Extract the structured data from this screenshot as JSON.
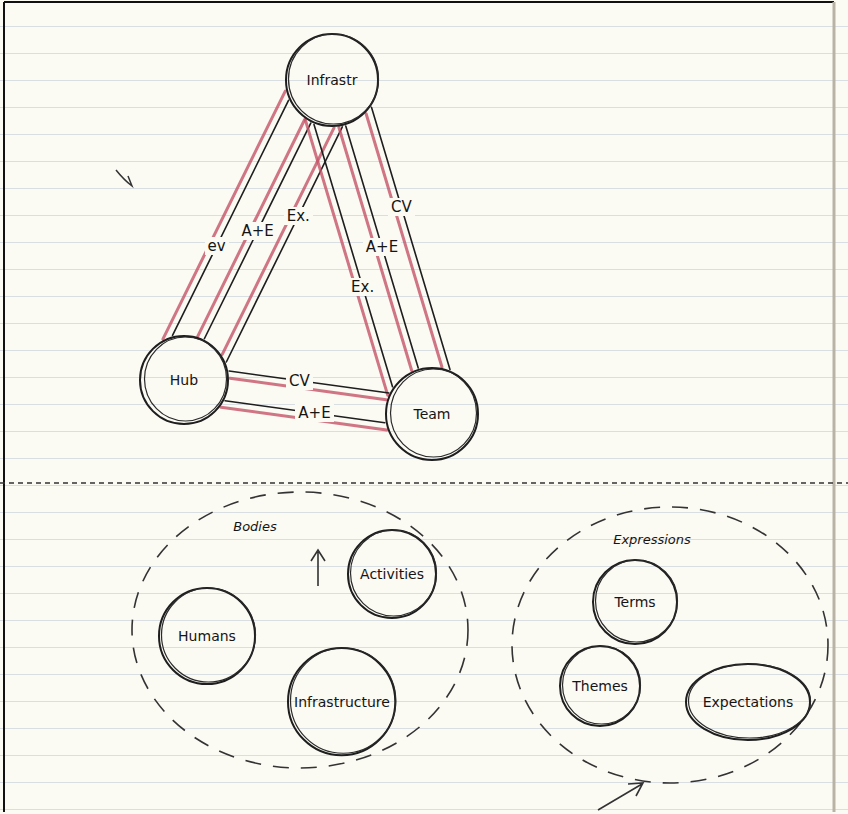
{
  "diagram": {
    "nodes": [
      {
        "text": [
          "Infrastr"
        ]
      },
      {
        "text": [
          "Hub"
        ]
      },
      {
        "text": [
          "Team"
        ]
      },
      {
        "text": [
          "Bodies"
        ]
      },
      {
        "text": [
          "Activities"
        ],
        "in": 3
      },
      {
        "text": [
          "Humans"
        ],
        "in": 3
      },
      {
        "text": [
          "Infrastructure"
        ],
        "in": 3
      },
      {
        "text": [
          "Expressions"
        ]
      },
      {
        "text": [
          "Terms"
        ],
        "in": 7
      },
      {
        "text": [
          "Themes"
        ],
        "in": 7
      },
      {
        "text": [
          "Expectations"
        ],
        "in": 7
      }
    ],
    "edges": [
      {
        "from": 0,
        "to": 1,
        "label": "Ex.",
        "arrow": "none"
      },
      {
        "from": 0,
        "to": 1,
        "label": "A+E",
        "arrow": "none"
      },
      {
        "from": 0,
        "to": 1,
        "label": "ev",
        "arrow": "none"
      },
      {
        "from": 0,
        "to": 2,
        "label": "CV",
        "arrow": "none"
      },
      {
        "from": 0,
        "to": 2,
        "label": "A+E",
        "arrow": "none"
      },
      {
        "from": 0,
        "to": 2,
        "label": "Ex.",
        "arrow": "none"
      },
      {
        "from": 1,
        "to": 2,
        "label": "CV",
        "arrow": "none"
      },
      {
        "from": 1,
        "to": 2,
        "label": "A+E",
        "arrow": "none"
      }
    ]
  }
}
